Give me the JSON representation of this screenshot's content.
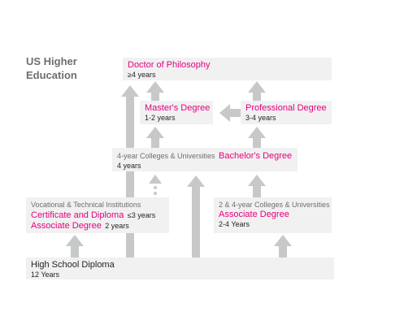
{
  "title": [
    "US Higher",
    "Education"
  ],
  "boxes": {
    "phd": {
      "name": "Doctor of Philosophy",
      "duration": "≥4 years"
    },
    "masters": {
      "name": "Master's Degree",
      "duration": "1-2 years"
    },
    "professional": {
      "name": "Professional Degree",
      "duration": "3-4 years"
    },
    "bachelor": {
      "institution": "4-year Colleges & Universities",
      "name": "Bachelor's Degree",
      "duration": "4 years"
    },
    "vocational": {
      "institution": "Vocational & Technical Institutions",
      "cert": "Certificate and Diploma",
      "cert_duration": "≤3 years",
      "assoc": "Associate Degree",
      "assoc_duration": "2 years"
    },
    "associate": {
      "institution": "2 & 4-year Colleges & Universities",
      "name": "Associate Degree",
      "duration": "2-4 Years"
    },
    "highschool": {
      "name": "High School Diploma",
      "duration": "12 Years"
    }
  },
  "colors": {
    "highlight": "#e6007e",
    "box": "#f1f1f2",
    "arrow": "#c7c8ca",
    "title": "#6d6e70"
  }
}
